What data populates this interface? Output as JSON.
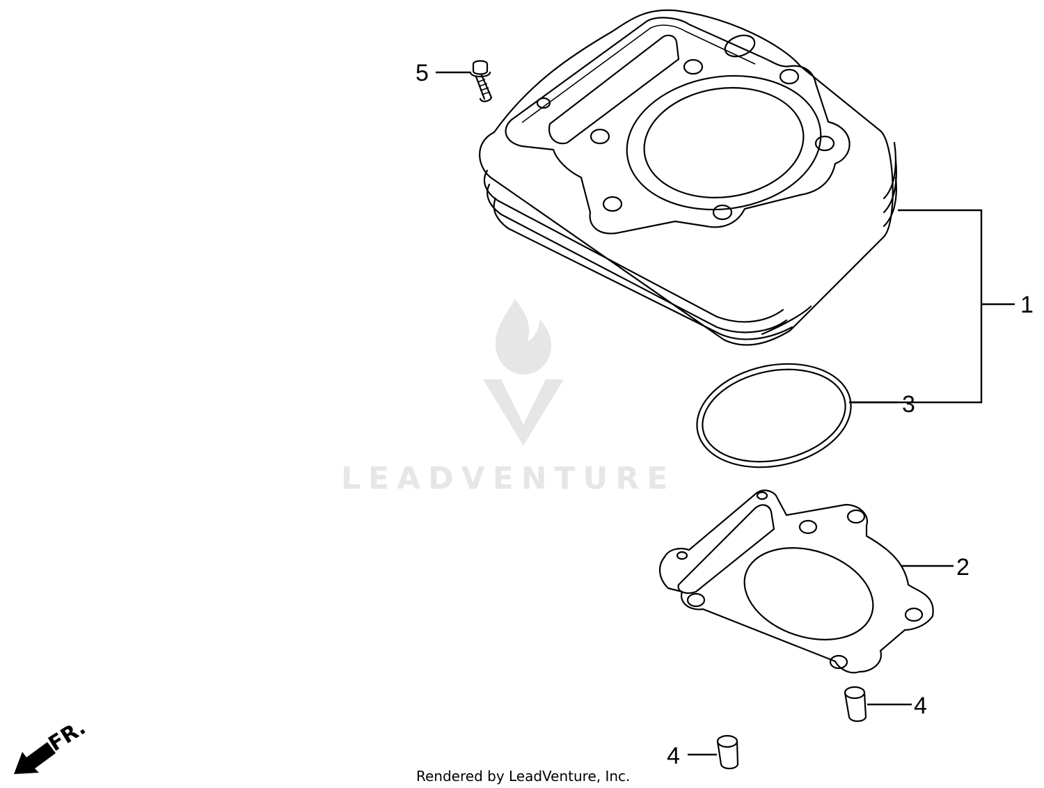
{
  "watermark": {
    "text": "LEADVENTURE"
  },
  "footer": {
    "text": "Rendered by LeadVenture, Inc."
  },
  "direction_indicator": {
    "label": "FR."
  },
  "callouts": {
    "c1": "1",
    "c2": "2",
    "c3": "3",
    "c4a": "4",
    "c4b": "4",
    "c5": "5"
  },
  "icons": {
    "watermark_logo": "leadventure-flame-logo-icon",
    "direction": "arrow-front-icon"
  }
}
